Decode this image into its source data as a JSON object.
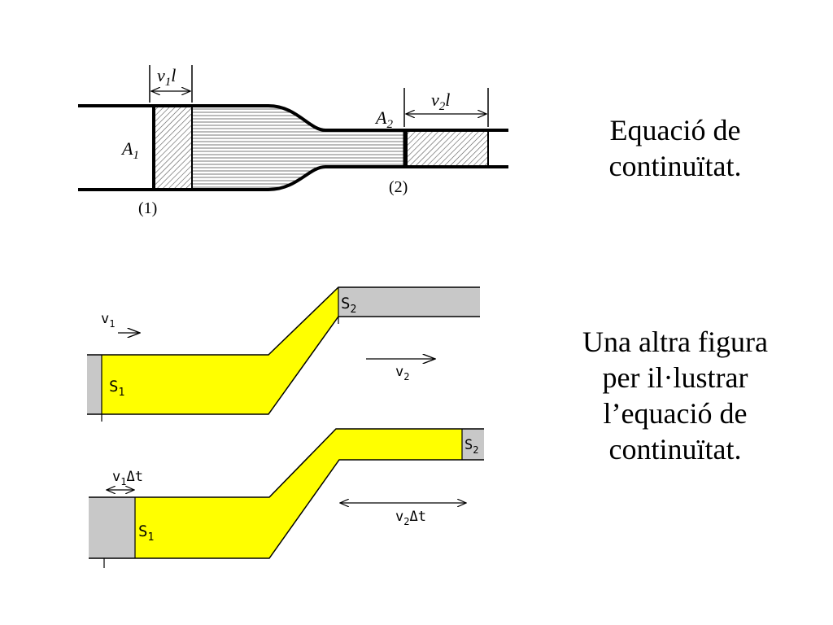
{
  "captions": {
    "top": [
      "Equació de",
      "continuïtat."
    ],
    "bottom": [
      "Una altra figura",
      "per il·lustrar",
      "l’equació de",
      "continuïtat."
    ]
  },
  "figure1": {
    "v1l": {
      "base": "v",
      "sub": "1",
      "rest": "l"
    },
    "v2l": {
      "base": "v",
      "sub": "2",
      "rest": "l"
    },
    "A1": {
      "base": "A",
      "sub": "1"
    },
    "A2": {
      "base": "A",
      "sub": "2"
    },
    "mark1": "(1)",
    "mark2": "(2)"
  },
  "figure2": {
    "upper": {
      "v1": {
        "base": "v",
        "sub": "1"
      },
      "v2": {
        "base": "v",
        "sub": "2"
      },
      "S1": {
        "base": "S",
        "sub": "1"
      },
      "S2": {
        "base": "S",
        "sub": "2"
      }
    },
    "lower": {
      "v1dt": {
        "base": "v",
        "sub": "1",
        "rest": "Δt"
      },
      "v2dt": {
        "base": "v",
        "sub": "2",
        "rest": "Δt"
      },
      "S1": {
        "base": "S",
        "sub": "1"
      },
      "S2": {
        "base": "S",
        "sub": "2"
      }
    }
  },
  "colors": {
    "fluid": "#ffff00",
    "gray": "#c8c8c8",
    "line": "#000000"
  }
}
